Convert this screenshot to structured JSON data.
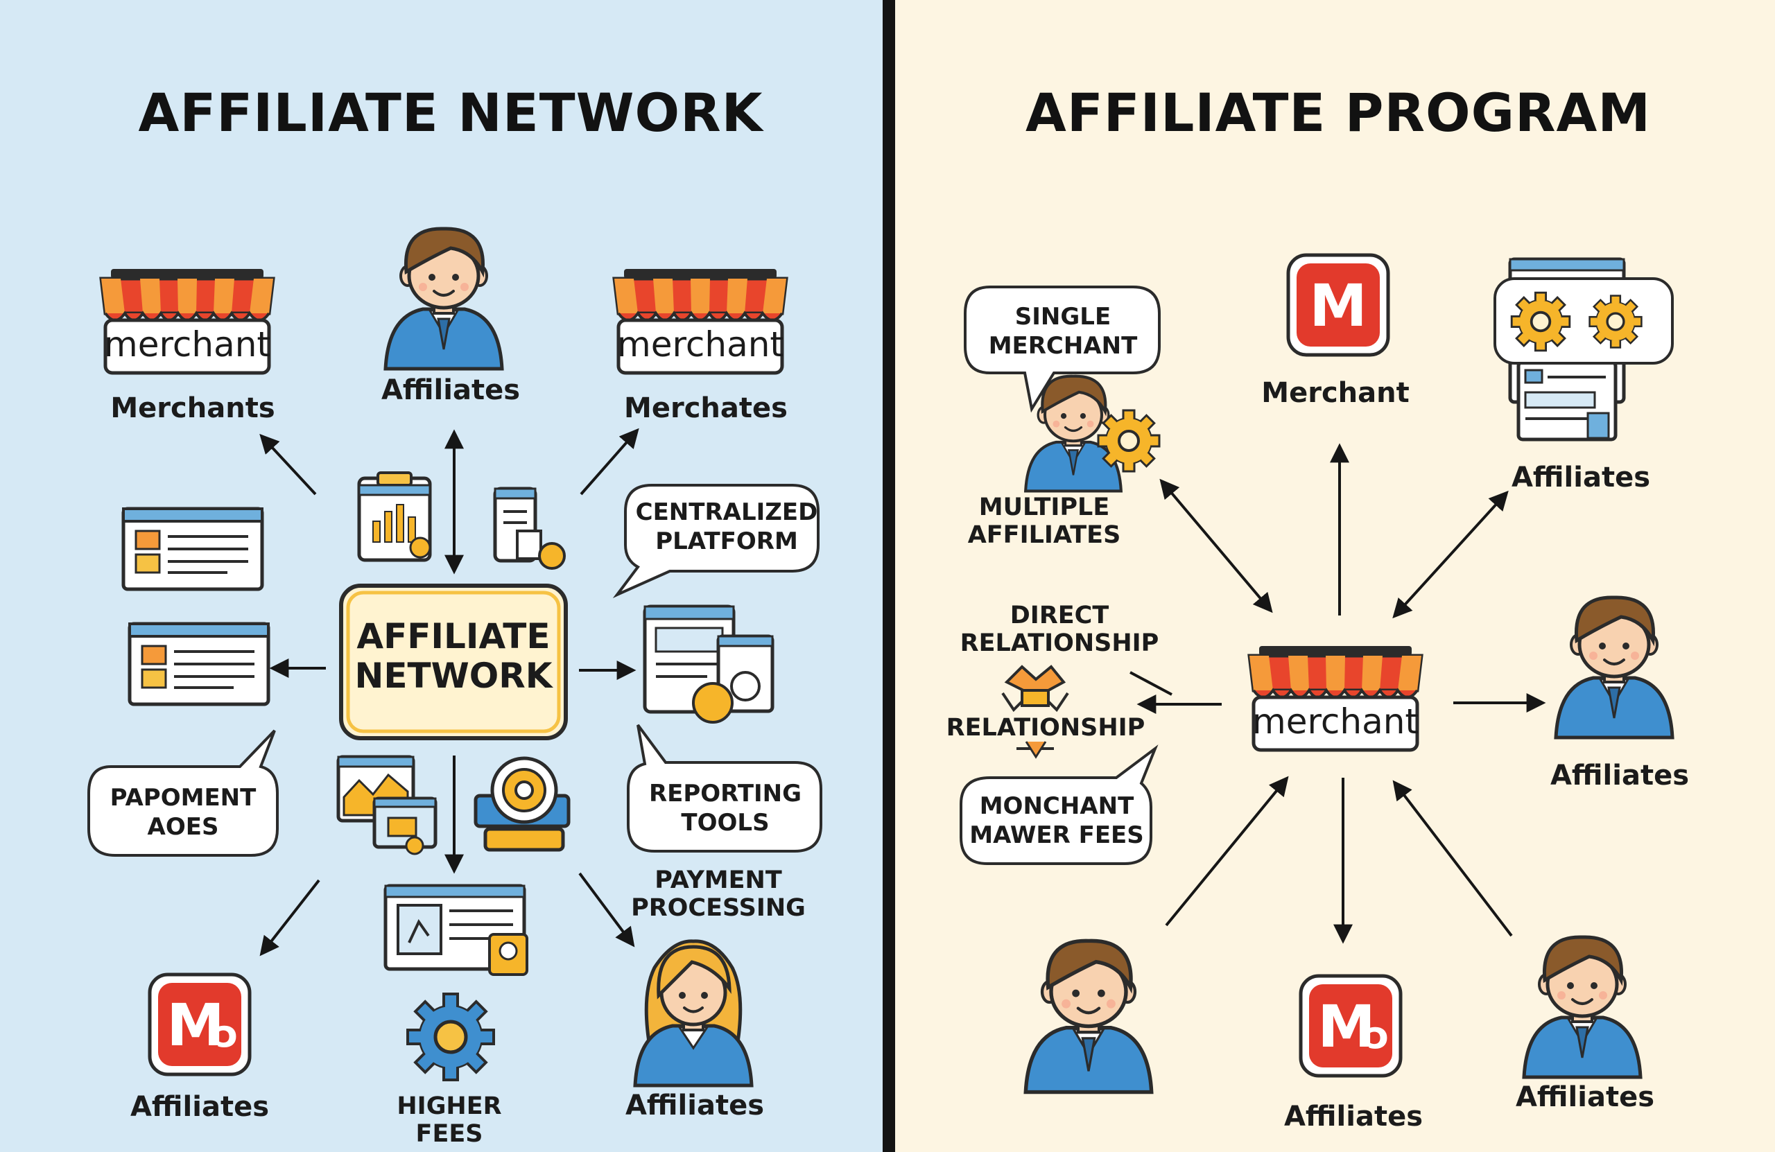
{
  "left": {
    "title": "AFFILIATE NETWORK",
    "center_label": [
      "AFFILIATE",
      "NETWORK"
    ],
    "labels": {
      "merchants": "Merchants",
      "affiliates_top": "Affiliates",
      "merchates": "Merchates",
      "affiliates_bottom_left": "Affiliates",
      "affiliates_bottom_right": "Affiliates",
      "higher_fees": [
        "HIGHER",
        "FEES"
      ],
      "payment_processing": [
        "PAYMENT",
        "PROCESSING"
      ]
    },
    "bubbles": {
      "centralized": [
        "CENTRALIZED",
        "PLATFORM"
      ],
      "payoment": [
        "PAPOMENT",
        "AOES"
      ],
      "reporting": [
        "REPORTING",
        "TOOLS"
      ]
    },
    "store_sign": "merchant",
    "logo_letter": "M",
    "logo_suffix": "ɔ"
  },
  "right": {
    "title": "AFFILIATE PROGRAM",
    "labels": {
      "merchant": "Merchant",
      "affiliates_top_right": "Affiliates",
      "affiliates_mid_right": "Affiliates",
      "affiliates_bottom_center": "Affiliates",
      "affiliates_bottom_right": "Affiliates",
      "multiple_affiliates": [
        "MULTIPLE",
        "AFFILIATES"
      ],
      "direct_relationship": [
        "DIRECT",
        "RELATIONSHIP"
      ],
      "relationship": "RELATIONSHIP"
    },
    "bubbles": {
      "single_merchant": [
        "SINGLE",
        "MERCHANT"
      ],
      "monchant_fees": [
        "MONCHANT",
        "MAWER FEES"
      ]
    },
    "store_sign": "merchant",
    "logo_letter": "M",
    "logo_suffix": "ɔ"
  },
  "colors": {
    "left_bg": "#d6e9f5",
    "right_bg": "#fdf5e2",
    "awning_red": "#e8452c",
    "awning_orange": "#f59a3a",
    "logo_red": "#e23a2c",
    "shirt_blue": "#3f8fcf",
    "hair_brown": "#8a5a2b",
    "hair_blonde": "#f3b43b",
    "accent_yellow": "#f6b52a",
    "center_box": "#fff3d0"
  },
  "icons": [
    "merchant-store-icon",
    "affiliate-person-icon",
    "merchant-logo-icon",
    "gear-icon",
    "dashboard-icon",
    "report-chart-icon",
    "payment-coin-icon",
    "arrow-icon"
  ]
}
